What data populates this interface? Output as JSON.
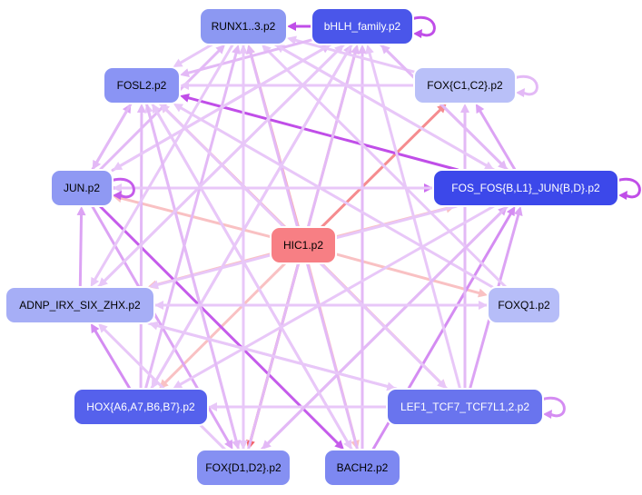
{
  "nodes": [
    {
      "id": "runx",
      "label": "RUNX1..3.p2",
      "fill": "#8c98f2",
      "text": "#000000"
    },
    {
      "id": "bhlh",
      "label": "bHLH_family.p2",
      "fill": "#4a56ea",
      "text": "#ffffff"
    },
    {
      "id": "fosl2",
      "label": "FOSL2.p2",
      "fill": "#8a94f4",
      "text": "#000000"
    },
    {
      "id": "foxc",
      "label": "FOX{C1,C2}.p2",
      "fill": "#b9c0f8",
      "text": "#000000"
    },
    {
      "id": "jun",
      "label": "JUN.p2",
      "fill": "#8f99f3",
      "text": "#000000"
    },
    {
      "id": "fos",
      "label": "FOS_FOS{B,L1}_JUN{B,D}.p2",
      "fill": "#3c48ea",
      "text": "#ffffff"
    },
    {
      "id": "hic1",
      "label": "HIC1.p2",
      "fill": "#f77f84",
      "text": "#000000"
    },
    {
      "id": "adnp",
      "label": "ADNP_IRX_SIX_ZHX.p2",
      "fill": "#a6aef6",
      "text": "#000000"
    },
    {
      "id": "foxq1",
      "label": "FOXQ1.p2",
      "fill": "#b6bdf8",
      "text": "#000000"
    },
    {
      "id": "hox",
      "label": "HOX{A6,A7,B6,B7}.p2",
      "fill": "#5561ec",
      "text": "#ffffff"
    },
    {
      "id": "lef1",
      "label": "LEF1_TCF7_TCF7L1,2.p2",
      "fill": "#6974ee",
      "text": "#ffffff"
    },
    {
      "id": "foxd",
      "label": "FOX{D1,D2}.p2",
      "fill": "#8590f2",
      "text": "#000000"
    },
    {
      "id": "bach2",
      "label": "BACH2.p2",
      "fill": "#7d88f1",
      "text": "#000000"
    }
  ],
  "edges": [
    {
      "from": "hic1",
      "to": "foxd",
      "color": "#f2646b"
    },
    {
      "from": "hic1",
      "to": "foxc",
      "color": "#f58c8f"
    },
    {
      "from": "hic1",
      "to": "runx",
      "color": "#f7b0b2"
    },
    {
      "from": "hic1",
      "to": "bhlh",
      "color": "#f7b0b2"
    },
    {
      "from": "hic1",
      "to": "fosl2",
      "color": "#f7b0b2"
    },
    {
      "from": "hic1",
      "to": "jun",
      "color": "#f9c1c3"
    },
    {
      "from": "hic1",
      "to": "adnp",
      "color": "#f9c1c3"
    },
    {
      "from": "hic1",
      "to": "hox",
      "color": "#f9c1c3"
    },
    {
      "from": "hic1",
      "to": "bach2",
      "color": "#f9c1c3"
    },
    {
      "from": "hic1",
      "to": "lef1",
      "color": "#f7b0b2"
    },
    {
      "from": "hic1",
      "to": "foxq1",
      "color": "#f9c1c3"
    },
    {
      "from": "hic1",
      "to": "fos",
      "color": "#f9c1c3"
    },
    {
      "from": "fos",
      "to": "fosl2",
      "color": "#c04ee8"
    },
    {
      "from": "jun",
      "to": "fos",
      "color": "#cc6ef0"
    },
    {
      "from": "jun",
      "to": "bach2",
      "color": "#c55ceb"
    },
    {
      "from": "jun",
      "to": "foxd",
      "color": "#dca3f4"
    },
    {
      "from": "jun",
      "to": "runx",
      "color": "#e3b9f6"
    },
    {
      "from": "jun",
      "to": "bhlh",
      "color": "#e3b9f6"
    },
    {
      "from": "jun",
      "to": "fosl2",
      "color": "#dca3f4"
    },
    {
      "from": "adnp",
      "to": "jun",
      "color": "#dca3f4"
    },
    {
      "from": "hox",
      "to": "adnp",
      "color": "#d48cf2"
    },
    {
      "from": "hox",
      "to": "runx",
      "color": "#e3b9f6"
    },
    {
      "from": "hox",
      "to": "bhlh",
      "color": "#e3b9f6"
    },
    {
      "from": "hox",
      "to": "fosl2",
      "color": "#e3b9f6"
    },
    {
      "from": "foxd",
      "to": "runx",
      "color": "#e8c7f8"
    },
    {
      "from": "foxd",
      "to": "bhlh",
      "color": "#e3b9f6"
    },
    {
      "from": "foxd",
      "to": "fosl2",
      "color": "#e8c7f8"
    },
    {
      "from": "foxd",
      "to": "fos",
      "color": "#dca3f4"
    },
    {
      "from": "foxd",
      "to": "adnp",
      "color": "#e8c7f8"
    },
    {
      "from": "bach2",
      "to": "fos",
      "color": "#d48cf2"
    },
    {
      "from": "bach2",
      "to": "runx",
      "color": "#e3b9f6"
    },
    {
      "from": "bach2",
      "to": "bhlh",
      "color": "#e3b9f6"
    },
    {
      "from": "bach2",
      "to": "fosl2",
      "color": "#e8c7f8"
    },
    {
      "from": "lef1",
      "to": "foxc",
      "color": "#e3b9f6"
    },
    {
      "from": "lef1",
      "to": "adnp",
      "color": "#e8c7f8"
    },
    {
      "from": "lef1",
      "to": "hox",
      "color": "#e8c7f8"
    },
    {
      "from": "lef1",
      "to": "fosl2",
      "color": "#e8c7f8"
    },
    {
      "from": "lef1",
      "to": "bhlh",
      "color": "#e8c7f8"
    },
    {
      "from": "lef1",
      "to": "fos",
      "color": "#dca3f4"
    },
    {
      "from": "foxq1",
      "to": "runx",
      "color": "#e8c7f8"
    },
    {
      "from": "foxq1",
      "to": "fosl2",
      "color": "#e8c7f8"
    },
    {
      "from": "foxq1",
      "to": "adnp",
      "color": "#e8c7f8"
    },
    {
      "from": "foxc",
      "to": "fosl2",
      "color": "#e8c7f8"
    },
    {
      "from": "foxc",
      "to": "runx",
      "color": "#e8c7f8"
    },
    {
      "from": "fos",
      "to": "foxc",
      "color": "#dca3f4"
    },
    {
      "from": "fos",
      "to": "runx",
      "color": "#e8c7f8"
    },
    {
      "from": "fos",
      "to": "bhlh",
      "color": "#e3b9f6"
    },
    {
      "from": "fos",
      "to": "jun",
      "color": "#e8c7f8"
    },
    {
      "from": "fos",
      "to": "adnp",
      "color": "#e8c7f8"
    },
    {
      "from": "fos",
      "to": "foxd",
      "color": "#e3b9f6"
    },
    {
      "from": "fos",
      "to": "hox",
      "color": "#e8c7f8"
    },
    {
      "from": "bhlh",
      "to": "runx",
      "color": "#c04ee8"
    },
    {
      "from": "bhlh",
      "to": "fosl2",
      "color": "#e3b9f6"
    },
    {
      "from": "bhlh",
      "to": "adnp",
      "color": "#e8c7f8"
    },
    {
      "from": "bhlh",
      "to": "jun",
      "color": "#e8c7f8"
    },
    {
      "from": "bhlh",
      "to": "hox",
      "color": "#e8c7f8"
    },
    {
      "from": "bhlh",
      "to": "fos",
      "color": "#e3b9f6"
    },
    {
      "from": "runx",
      "to": "fosl2",
      "color": "#e8c7f8"
    },
    {
      "from": "runx",
      "to": "adnp",
      "color": "#e8c7f8"
    },
    {
      "from": "runx",
      "to": "fos",
      "color": "#e8c7f8"
    },
    {
      "from": "runx",
      "to": "foxd",
      "color": "#e8c7f8"
    },
    {
      "from": "fosl2",
      "to": "jun",
      "color": "#e3b9f6"
    },
    {
      "from": "fosl2",
      "to": "foxd",
      "color": "#e3b9f6"
    },
    {
      "from": "fosl2",
      "to": "bach2",
      "color": "#e8c7f8"
    },
    {
      "from": "fosl2",
      "to": "lef1",
      "color": "#e8c7f8"
    },
    {
      "from": "adnp",
      "to": "lef1",
      "color": "#e8c7f8"
    },
    {
      "from": "adnp",
      "to": "foxq1",
      "color": "#e8c7f8"
    },
    {
      "from": "adnp",
      "to": "bhlh",
      "color": "#e8c7f8"
    }
  ],
  "self_loops": [
    {
      "node": "bhlh",
      "color": "#c04ee8"
    },
    {
      "node": "foxc",
      "color": "#e3b9f6"
    },
    {
      "node": "fos",
      "color": "#c04ee8"
    },
    {
      "node": "jun",
      "color": "#c55ceb"
    },
    {
      "node": "lef1",
      "color": "#d48cf2"
    }
  ]
}
